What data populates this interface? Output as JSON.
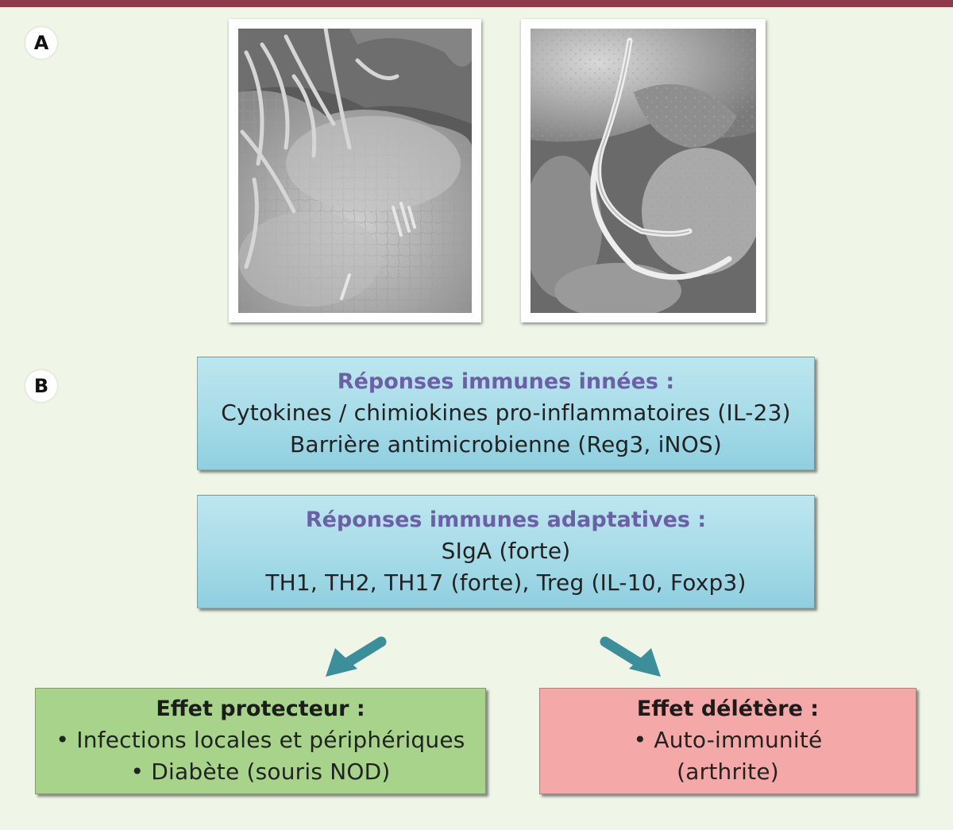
{
  "panels": {
    "a_label": "A",
    "b_label": "B"
  },
  "innate_box": {
    "title": "Réponses immunes innées :",
    "lines": [
      "Cytokines / chimiokines pro-inflammatoires (IL-23)",
      "Barrière antimicrobienne (Reg3, iNOS)"
    ]
  },
  "adaptive_box": {
    "title": "Réponses immunes adaptatives :",
    "lines": [
      "SIgA (forte)",
      "TH1, TH2, TH17 (forte), Treg (IL-10, Foxp3)"
    ]
  },
  "protective_box": {
    "title": "Effet protecteur :",
    "lines": [
      "• Infections locales et périphériques",
      "• Diabète (souris NOD)"
    ]
  },
  "deleterious_box": {
    "title": "Effet délétère :",
    "lines": [
      "• Auto-immunité",
      "(arthrite)"
    ]
  },
  "colors": {
    "top_bar": "#8c3a4c",
    "background": "#eff5e7",
    "title_purple": "#6b5fa6",
    "arrow_teal": "#3a8f9a",
    "protective_green": "#a7d48a",
    "deleterious_pink": "#f5a8a8"
  }
}
